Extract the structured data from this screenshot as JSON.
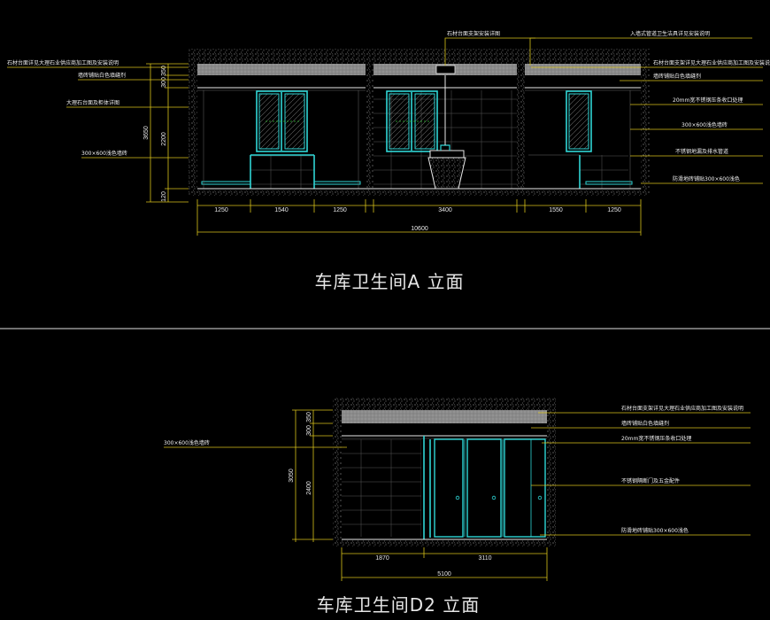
{
  "elevation_a": {
    "title": "车库卫生间A 立面",
    "dims_bottom": [
      "1250",
      "1540",
      "1250",
      "3400",
      "1550",
      "1250"
    ],
    "dim_total": "10600",
    "dims_left": [
      "350",
      "300",
      "2200",
      "120"
    ],
    "dim_left_total": "3650",
    "labels_left": [
      "石材台面详见大理石业供应商加工图及安装说明",
      "墙砖铺贴白色填缝剂",
      "大理石台面及柜体详图",
      "300×600浅色墙砖"
    ],
    "labels_top": [
      "石材台面支架安装详图",
      "入墙式管道卫生洁具详见安装说明"
    ],
    "labels_right": [
      "石材台面支架详见大理石业供应商加工图及安装说明",
      "墙砖铺贴白色填缝剂",
      "20mm宽不锈钢压条收口处理",
      "300×600浅色墙砖",
      "不锈钢地漏及排水管道",
      "防滑地砖铺贴300×600浅色"
    ]
  },
  "elevation_d2": {
    "title": "车库卫生间D2 立面",
    "dims_bottom": [
      "1870",
      "3110"
    ],
    "dim_total": "5100",
    "dims_left": [
      "350",
      "300",
      "2400"
    ],
    "dim_left_total": "3050",
    "labels_left": [
      "300×600浅色墙砖"
    ],
    "labels_right": [
      "石材台面支架详见大理石业供应商加工图及安装说明",
      "墙砖铺贴白色填缝剂",
      "20mm宽不锈钢压条收口处理",
      "不锈钢隔断门及五金配件",
      "防滑地砖铺贴300×600浅色"
    ]
  }
}
